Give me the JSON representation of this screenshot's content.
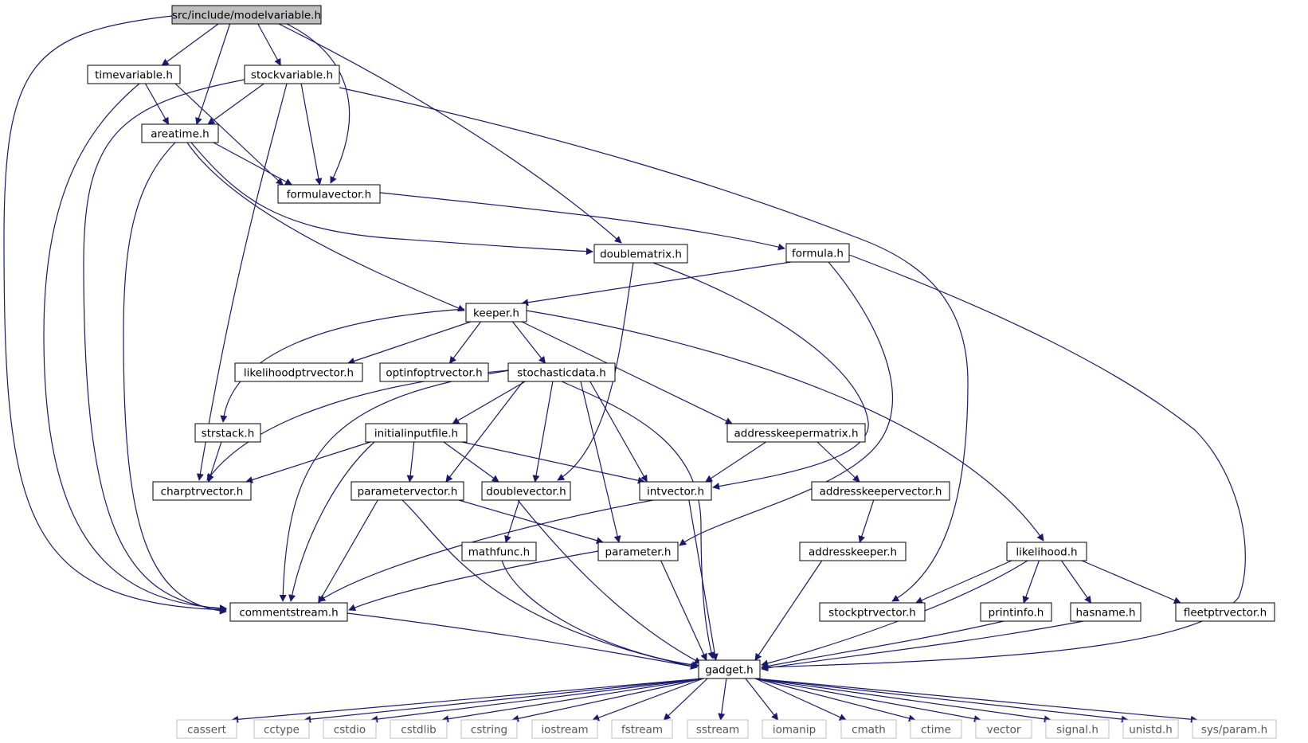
{
  "colors": {
    "edge": "#191970",
    "root_fill": "#bfbfbf",
    "node_border": "#000000",
    "system_border": "#bfbfbf",
    "system_text": "#555555"
  },
  "nodes": [
    {
      "id": "modelvariable",
      "label": "src/include/modelvariable.h",
      "kind": "root"
    },
    {
      "id": "timevariable",
      "label": "timevariable.h"
    },
    {
      "id": "stockvariable",
      "label": "stockvariable.h"
    },
    {
      "id": "areatime",
      "label": "areatime.h"
    },
    {
      "id": "formulavector",
      "label": "formulavector.h"
    },
    {
      "id": "doublematrix",
      "label": "doublematrix.h"
    },
    {
      "id": "formula",
      "label": "formula.h"
    },
    {
      "id": "keeper",
      "label": "keeper.h"
    },
    {
      "id": "likelihoodptrvector",
      "label": "likelihoodptrvector.h"
    },
    {
      "id": "optinfoptrvector",
      "label": "optinfoptrvector.h"
    },
    {
      "id": "stochasticdata",
      "label": "stochasticdata.h"
    },
    {
      "id": "strstack",
      "label": "strstack.h"
    },
    {
      "id": "initialinputfile",
      "label": "initialinputfile.h"
    },
    {
      "id": "addresskeepermatrix",
      "label": "addresskeepermatrix.h"
    },
    {
      "id": "charptrvector",
      "label": "charptrvector.h"
    },
    {
      "id": "parametervector",
      "label": "parametervector.h"
    },
    {
      "id": "doublevector",
      "label": "doublevector.h"
    },
    {
      "id": "intvector",
      "label": "intvector.h"
    },
    {
      "id": "addresskeepervector",
      "label": "addresskeepervector.h"
    },
    {
      "id": "mathfunc",
      "label": "mathfunc.h"
    },
    {
      "id": "parameter",
      "label": "parameter.h"
    },
    {
      "id": "addresskeeper",
      "label": "addresskeeper.h"
    },
    {
      "id": "likelihood",
      "label": "likelihood.h"
    },
    {
      "id": "commentstream",
      "label": "commentstream.h"
    },
    {
      "id": "stockptrvector",
      "label": "stockptrvector.h"
    },
    {
      "id": "printinfo",
      "label": "printinfo.h"
    },
    {
      "id": "hasname",
      "label": "hasname.h"
    },
    {
      "id": "fleetptrvector",
      "label": "fleetptrvector.h"
    },
    {
      "id": "gadget",
      "label": "gadget.h"
    },
    {
      "id": "cassert",
      "label": "cassert",
      "kind": "system"
    },
    {
      "id": "cctype",
      "label": "cctype",
      "kind": "system"
    },
    {
      "id": "cstdio",
      "label": "cstdio",
      "kind": "system"
    },
    {
      "id": "cstdlib",
      "label": "cstdlib",
      "kind": "system"
    },
    {
      "id": "cstring",
      "label": "cstring",
      "kind": "system"
    },
    {
      "id": "iostream",
      "label": "iostream",
      "kind": "system"
    },
    {
      "id": "fstream",
      "label": "fstream",
      "kind": "system"
    },
    {
      "id": "sstream",
      "label": "sstream",
      "kind": "system"
    },
    {
      "id": "iomanip",
      "label": "iomanip",
      "kind": "system"
    },
    {
      "id": "cmath",
      "label": "cmath",
      "kind": "system"
    },
    {
      "id": "ctime",
      "label": "ctime",
      "kind": "system"
    },
    {
      "id": "vector",
      "label": "vector",
      "kind": "system"
    },
    {
      "id": "signal",
      "label": "signal.h",
      "kind": "system"
    },
    {
      "id": "unistd",
      "label": "unistd.h",
      "kind": "system"
    },
    {
      "id": "sysparam",
      "label": "sys/param.h",
      "kind": "system"
    }
  ],
  "edges": [
    [
      "modelvariable",
      "timevariable"
    ],
    [
      "modelvariable",
      "stockvariable"
    ],
    [
      "modelvariable",
      "areatime"
    ],
    [
      "modelvariable",
      "formulavector"
    ],
    [
      "modelvariable",
      "doublematrix"
    ],
    [
      "modelvariable",
      "commentstream"
    ],
    [
      "timevariable",
      "areatime"
    ],
    [
      "timevariable",
      "formulavector"
    ],
    [
      "timevariable",
      "commentstream"
    ],
    [
      "stockvariable",
      "areatime"
    ],
    [
      "stockvariable",
      "formulavector"
    ],
    [
      "stockvariable",
      "charptrvector"
    ],
    [
      "stockvariable",
      "commentstream"
    ],
    [
      "stockvariable",
      "stockptrvector"
    ],
    [
      "areatime",
      "formulavector"
    ],
    [
      "areatime",
      "doublematrix"
    ],
    [
      "areatime",
      "keeper"
    ],
    [
      "areatime",
      "commentstream"
    ],
    [
      "formulavector",
      "formula"
    ],
    [
      "doublematrix",
      "doublevector"
    ],
    [
      "doublematrix",
      "intvector"
    ],
    [
      "formula",
      "keeper"
    ],
    [
      "formula",
      "parameter"
    ],
    [
      "formula",
      "gadget"
    ],
    [
      "keeper",
      "strstack"
    ],
    [
      "keeper",
      "likelihoodptrvector"
    ],
    [
      "keeper",
      "optinfoptrvector"
    ],
    [
      "keeper",
      "stochasticdata"
    ],
    [
      "keeper",
      "addresskeepermatrix"
    ],
    [
      "keeper",
      "likelihood"
    ],
    [
      "strstack",
      "charptrvector"
    ],
    [
      "stochasticdata",
      "charptrvector"
    ],
    [
      "stochasticdata",
      "commentstream"
    ],
    [
      "stochasticdata",
      "initialinputfile"
    ],
    [
      "stochasticdata",
      "parametervector"
    ],
    [
      "stochasticdata",
      "doublevector"
    ],
    [
      "stochasticdata",
      "intvector"
    ],
    [
      "stochasticdata",
      "parameter"
    ],
    [
      "stochasticdata",
      "gadget"
    ],
    [
      "initialinputfile",
      "charptrvector"
    ],
    [
      "initialinputfile",
      "parametervector"
    ],
    [
      "initialinputfile",
      "doublevector"
    ],
    [
      "initialinputfile",
      "intvector"
    ],
    [
      "initialinputfile",
      "commentstream"
    ],
    [
      "addresskeepermatrix",
      "intvector"
    ],
    [
      "addresskeepermatrix",
      "addresskeepervector"
    ],
    [
      "addresskeepervector",
      "addresskeeper"
    ],
    [
      "parametervector",
      "parameter"
    ],
    [
      "parametervector",
      "commentstream"
    ],
    [
      "parametervector",
      "gadget"
    ],
    [
      "doublevector",
      "mathfunc"
    ],
    [
      "doublevector",
      "gadget"
    ],
    [
      "intvector",
      "commentstream"
    ],
    [
      "intvector",
      "gadget"
    ],
    [
      "mathfunc",
      "gadget"
    ],
    [
      "parameter",
      "commentstream"
    ],
    [
      "parameter",
      "gadget"
    ],
    [
      "addresskeeper",
      "gadget"
    ],
    [
      "likelihood",
      "stockptrvector"
    ],
    [
      "likelihood",
      "printinfo"
    ],
    [
      "likelihood",
      "hasname"
    ],
    [
      "likelihood",
      "fleetptrvector"
    ],
    [
      "likelihood",
      "gadget"
    ],
    [
      "printinfo",
      "gadget"
    ],
    [
      "hasname",
      "gadget"
    ],
    [
      "commentstream",
      "gadget"
    ],
    [
      "gadget",
      "cassert"
    ],
    [
      "gadget",
      "cctype"
    ],
    [
      "gadget",
      "cstdio"
    ],
    [
      "gadget",
      "cstdlib"
    ],
    [
      "gadget",
      "cstring"
    ],
    [
      "gadget",
      "iostream"
    ],
    [
      "gadget",
      "fstream"
    ],
    [
      "gadget",
      "sstream"
    ],
    [
      "gadget",
      "iomanip"
    ],
    [
      "gadget",
      "cmath"
    ],
    [
      "gadget",
      "ctime"
    ],
    [
      "gadget",
      "vector"
    ],
    [
      "gadget",
      "signal"
    ],
    [
      "gadget",
      "unistd"
    ],
    [
      "gadget",
      "sysparam"
    ]
  ]
}
